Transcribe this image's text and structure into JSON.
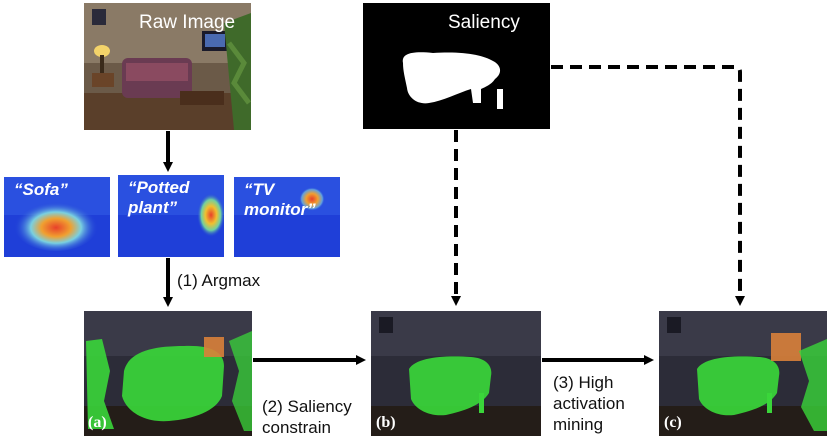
{
  "raw": {
    "label": "Raw Image"
  },
  "saliency": {
    "label": "Saliency"
  },
  "cams": [
    {
      "label": "“Sofa”"
    },
    {
      "label": "“Potted\nplant”"
    },
    {
      "label": "“TV\nmonitor”"
    }
  ],
  "steps": {
    "argmax": "(1) Argmax",
    "saliency_constrain": "(2) Saliency\nconstrain",
    "high_activation": "(3) High\nactivation\nmining"
  },
  "panels": {
    "a": "(a)",
    "b": "(b)",
    "c": "(c)"
  },
  "colors": {
    "arrow": "#000000",
    "mask_green": "#3ad63a",
    "mask_orange": "#d9813a",
    "heat_blue": "#1f3fd8",
    "heat_red": "#e8402a"
  }
}
